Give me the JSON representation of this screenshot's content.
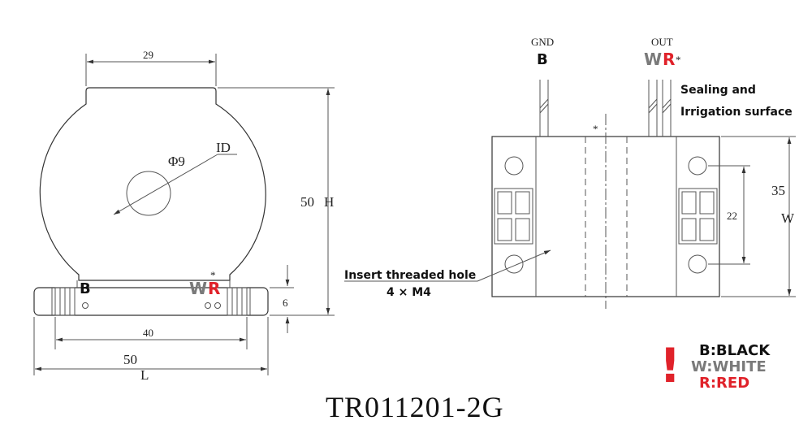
{
  "title": "TR011201-2G",
  "colors": {
    "black": "#111111",
    "white": "#7a7a7a",
    "red": "#e0222a",
    "line": "#444444"
  },
  "front_view": {
    "dim_top": "29",
    "dim_id_diameter": "Φ9",
    "label_id": "ID",
    "dim_height": "50",
    "label_height": "H",
    "dim_base_height": "6",
    "dim_inner_width": "40",
    "dim_width": "50",
    "label_width": "L",
    "terminal_b": "B",
    "terminal_w": "W",
    "terminal_r": "R",
    "star": "*"
  },
  "side_view": {
    "label_gnd": "GND",
    "label_out": "OUT",
    "terminal_b": "B",
    "terminal_w": "W",
    "terminal_r": "R",
    "star": "*",
    "center_star": "*",
    "sealing_line1": "Sealing and",
    "sealing_line2": "Irrigation surface",
    "insert_line1": "Insert threaded hole",
    "insert_line2": "4 × M4",
    "dim_hole_spacing": "22",
    "dim_depth": "35",
    "label_depth": "W"
  },
  "legend": {
    "mark": "!",
    "black": "B:BLACK",
    "white": "W:WHITE",
    "red": "R:RED"
  }
}
